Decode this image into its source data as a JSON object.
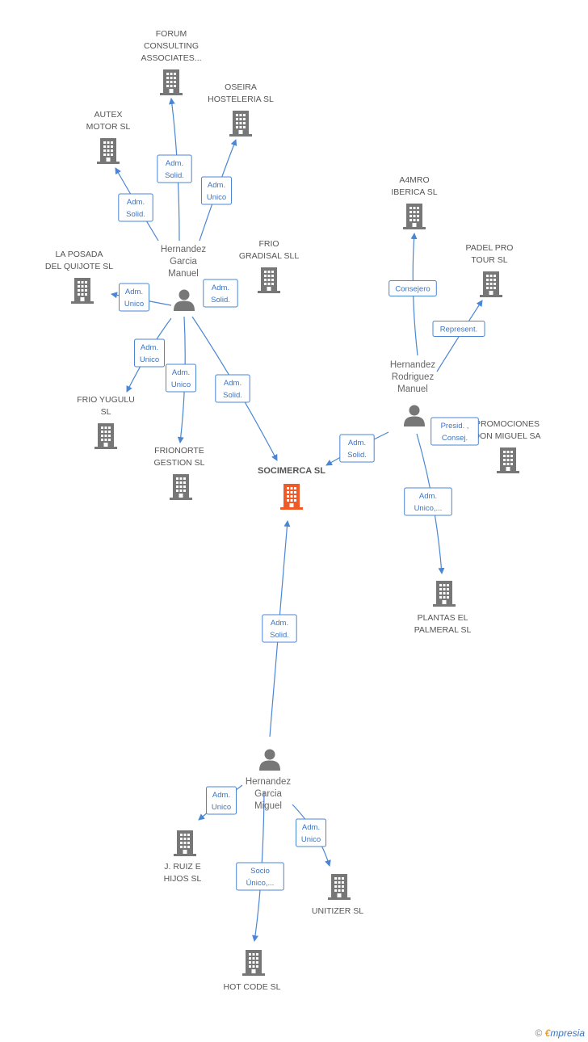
{
  "colors": {
    "edge": "#4a86d4",
    "company": "#777777",
    "main_company": "#f05a28",
    "person": "#777777"
  },
  "center": {
    "label": "SOCIMERCA SL"
  },
  "companies": [
    {
      "id": "forum",
      "lines": [
        "FORUM",
        "CONSULTING",
        "ASSOCIATES..."
      ]
    },
    {
      "id": "oseira",
      "lines": [
        "OSEIRA",
        "HOSTELERIA SL"
      ]
    },
    {
      "id": "autex",
      "lines": [
        "AUTEX",
        "MOTOR SL"
      ]
    },
    {
      "id": "posada",
      "lines": [
        "LA POSADA",
        "DEL QUIJOTE SL"
      ]
    },
    {
      "id": "gradisal",
      "lines": [
        "FRIO",
        "GRADISAL SLL"
      ]
    },
    {
      "id": "yugulu",
      "lines": [
        "FRIO YUGULU",
        "SL"
      ]
    },
    {
      "id": "frionorte",
      "lines": [
        "FRIONORTE",
        "GESTION SL"
      ]
    },
    {
      "id": "a4mro",
      "lines": [
        "A4MRO",
        "IBERICA SL"
      ]
    },
    {
      "id": "padel",
      "lines": [
        "PADEL PRO",
        "TOUR SL"
      ]
    },
    {
      "id": "promociones",
      "lines": [
        "PROMOCIONES",
        "DON MIGUEL SA"
      ]
    },
    {
      "id": "plantas",
      "lines": [
        "PLANTAS EL",
        "PALMERAL SL"
      ]
    },
    {
      "id": "jruiz",
      "lines": [
        "J. RUIZ E",
        "HIJOS SL"
      ]
    },
    {
      "id": "unitizer",
      "lines": [
        "UNITIZER SL"
      ]
    },
    {
      "id": "hotcode",
      "lines": [
        "HOT CODE SL"
      ]
    }
  ],
  "persons": [
    {
      "id": "hgm1",
      "lines": [
        "Hernandez",
        "Garcia",
        "Manuel"
      ]
    },
    {
      "id": "hrm",
      "lines": [
        "Hernandez",
        "Rodriguez",
        "Manuel"
      ]
    },
    {
      "id": "hgm2",
      "lines": [
        "Hernandez",
        "Garcia",
        "Miguel"
      ]
    }
  ],
  "edges": [
    {
      "id": "e_forum",
      "from": "hgm1",
      "to": "forum",
      "lines": [
        "Adm.",
        "Solid."
      ]
    },
    {
      "id": "e_oseira",
      "from": "hgm1",
      "to": "oseira",
      "lines": [
        "Adm.",
        "Unico"
      ]
    },
    {
      "id": "e_autex",
      "from": "hgm1",
      "to": "autex",
      "lines": [
        "Adm.",
        "Solid."
      ]
    },
    {
      "id": "e_posada",
      "from": "hgm1",
      "to": "posada",
      "lines": [
        "Adm.",
        "Unico"
      ]
    },
    {
      "id": "e_gradisal",
      "from": "hgm1",
      "to": "gradisal",
      "lines": [
        "Adm.",
        "Solid."
      ]
    },
    {
      "id": "e_yugulu",
      "from": "hgm1",
      "to": "yugulu",
      "lines": [
        "Adm.",
        "Unico"
      ]
    },
    {
      "id": "e_frionorte",
      "from": "hgm1",
      "to": "frionorte",
      "lines": [
        "Adm.",
        "Unico"
      ]
    },
    {
      "id": "e_socim1",
      "from": "hgm1",
      "to": "center",
      "lines": [
        "Adm.",
        "Solid."
      ]
    },
    {
      "id": "e_a4mro",
      "from": "hrm",
      "to": "a4mro",
      "lines": [
        "Consejero"
      ]
    },
    {
      "id": "e_padel",
      "from": "hrm",
      "to": "padel",
      "lines": [
        "Represent."
      ]
    },
    {
      "id": "e_socim2",
      "from": "hrm",
      "to": "center",
      "lines": [
        "Adm.",
        "Solid."
      ]
    },
    {
      "id": "e_promo",
      "from": "hrm",
      "to": "promociones",
      "lines": [
        "Presid. ,",
        "Consej."
      ]
    },
    {
      "id": "e_plantas",
      "from": "hrm",
      "to": "plantas",
      "lines": [
        "Adm.",
        "Unico,..."
      ]
    },
    {
      "id": "e_socim3",
      "from": "hgm2",
      "to": "center",
      "lines": [
        "Adm.",
        "Solid."
      ]
    },
    {
      "id": "e_jruiz",
      "from": "hgm2",
      "to": "jruiz",
      "lines": [
        "Adm.",
        "Unico"
      ]
    },
    {
      "id": "e_unitizer",
      "from": "hgm2",
      "to": "unitizer",
      "lines": [
        "Adm.",
        "Unico"
      ]
    },
    {
      "id": "e_hotcode",
      "from": "hgm2",
      "to": "hotcode",
      "lines": [
        "Socio",
        "Único,..."
      ]
    }
  ],
  "brand": {
    "copyright": "©",
    "e": "€",
    "rest": "mpresia"
  }
}
